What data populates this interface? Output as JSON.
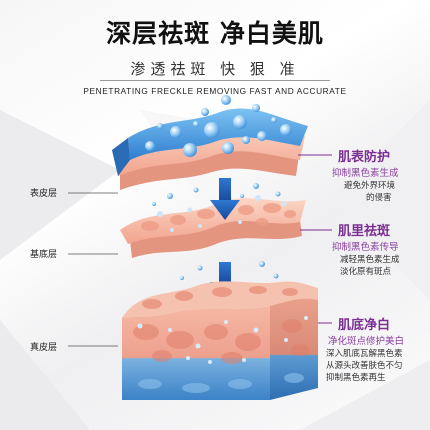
{
  "header": {
    "title": "深层祛斑  净白美肌",
    "subtitle": "渗透祛斑  快  狠  准",
    "english": "PENETRATING FRECKLE REMOVING FAST AND ACCURATE"
  },
  "layers": [
    {
      "side_label": "表皮层",
      "title": "肌表防护",
      "subtitle": "抑制黑色素生成",
      "description": [
        "避免外界环境",
        "的侵害"
      ]
    },
    {
      "side_label": "基底层",
      "title": "肌里祛斑",
      "subtitle": "抑制黑色素传导",
      "description": [
        "减轻黑色素生成",
        "淡化原有斑点"
      ]
    },
    {
      "side_label": "真皮层",
      "title": "肌底净白",
      "subtitle": "净化斑点修护美白",
      "description": [
        "深入肌底瓦解黑色素",
        "从源头改善肤色不匀",
        "抑制黑色素再生"
      ]
    }
  ],
  "colors": {
    "accent": "#7b2e93",
    "arrow": "#1f5fbf",
    "bubble": "#5aa7e6",
    "skin": "#f2a48e"
  }
}
